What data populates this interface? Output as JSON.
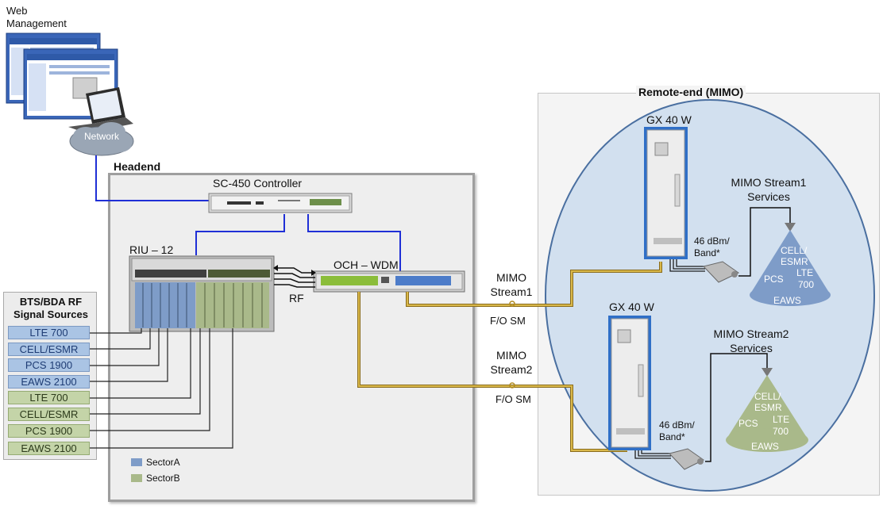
{
  "web_management": {
    "label_line1": "Web",
    "label_line2": "Management",
    "network_label": "Network"
  },
  "headend": {
    "title": "Headend",
    "controller": "SC-450 Controller",
    "riu": "RIU – 12",
    "och": "OCH – WDM",
    "rf": "RF",
    "legend": [
      {
        "label": "SectorA",
        "color": "#7e9cc8"
      },
      {
        "label": "SectorB",
        "color": "#a9b98a"
      }
    ]
  },
  "sources": {
    "title_line1": "BTS/BDA RF",
    "title_line2": "Signal Sources",
    "items": [
      {
        "label": "LTE 700",
        "sector": "A"
      },
      {
        "label": "CELL/ESMR",
        "sector": "A"
      },
      {
        "label": "PCS 1900",
        "sector": "A"
      },
      {
        "label": "EAWS 2100",
        "sector": "A"
      },
      {
        "label": "LTE 700",
        "sector": "B"
      },
      {
        "label": "CELL/ESMR",
        "sector": "B"
      },
      {
        "label": "PCS 1900",
        "sector": "B"
      },
      {
        "label": "EAWS 2100",
        "sector": "B"
      }
    ]
  },
  "links": {
    "stream1_line1": "MIMO",
    "stream1_line2": "Stream1",
    "stream1_fiber": "F/O SM",
    "stream2_line1": "MIMO",
    "stream2_line2": "Stream2",
    "stream2_fiber": "F/O SM"
  },
  "remote": {
    "title": "Remote-end (MIMO)",
    "unit1": {
      "name": "GX 40 W",
      "power_line1": "46 dBm/",
      "power_line2": "Band*"
    },
    "unit2": {
      "name": "GX 40 W",
      "power_line1": "46 dBm/",
      "power_line2": "Band*"
    },
    "services1": {
      "title_line1": "MIMO Stream1",
      "title_line2": "Services",
      "cone": [
        "CELL/",
        "ESMR",
        "PCS",
        "LTE",
        "700",
        "EAWS"
      ]
    },
    "services2": {
      "title_line1": "MIMO Stream2",
      "title_line2": "Services",
      "cone": [
        "CELL/",
        "ESMR",
        "PCS",
        "LTE",
        "700",
        "EAWS"
      ]
    }
  },
  "colors": {
    "sectorA": "#aac4e4",
    "sectorB": "#c4d4a8",
    "fiber": "#c9a63a",
    "ethernet": "#1f2fd6"
  }
}
